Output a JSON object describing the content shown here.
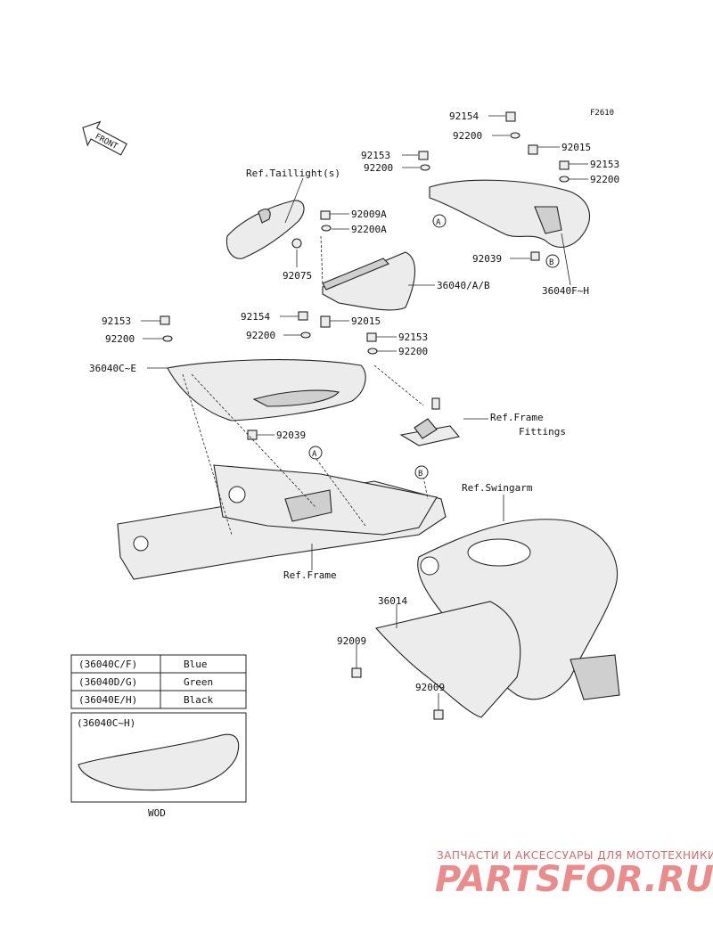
{
  "figure_code": "F2610",
  "front_arrow": "FRONT",
  "labels": {
    "l_92154_top": "92154",
    "l_92200_top": "92200",
    "l_92015_top": "92015",
    "l_92153_tr": "92153",
    "l_92200_tr": "92200",
    "l_92153_mid": "92153",
    "l_92200_mid": "92200",
    "ref_taillight": "Ref.Taillight(s)",
    "l_92009A": "92009A",
    "l_92200A": "92200A",
    "l_92075": "92075",
    "l_36040AB": "36040/A/B",
    "l_92039_top": "92039",
    "l_36040FH": "36040F~H",
    "l_92153_left": "92153",
    "l_92200_left": "92200",
    "l_36040CE": "36040C~E",
    "l_92154_mid": "92154",
    "l_92200_mid2": "92200",
    "l_92015_mid": "92015",
    "l_92153_r2": "92153",
    "l_92200_r2": "92200",
    "ref_frame_fittings_1": "Ref.Frame",
    "ref_frame_fittings_2": "Fittings",
    "l_92039_mid": "92039",
    "ref_swingarm": "Ref.Swingarm",
    "ref_frame": "Ref.Frame",
    "l_36014": "36014",
    "l_92009_a": "92009",
    "l_92009_b": "92009",
    "marker_A": "A",
    "marker_B": "B"
  },
  "color_table": [
    {
      "code": "(36040C/F)",
      "color": "Blue"
    },
    {
      "code": "(36040D/G)",
      "color": "Green"
    },
    {
      "code": "(36040E/H)",
      "color": "Black"
    }
  ],
  "inset_title": "(36040C~H)",
  "inset_caption": "WOD",
  "watermark": {
    "top": "ЗАПЧАСТИ И АКСЕССУАРЫ ДЛЯ МОТОТЕХНИКИ",
    "brand": "PARTSFOR.RU"
  }
}
